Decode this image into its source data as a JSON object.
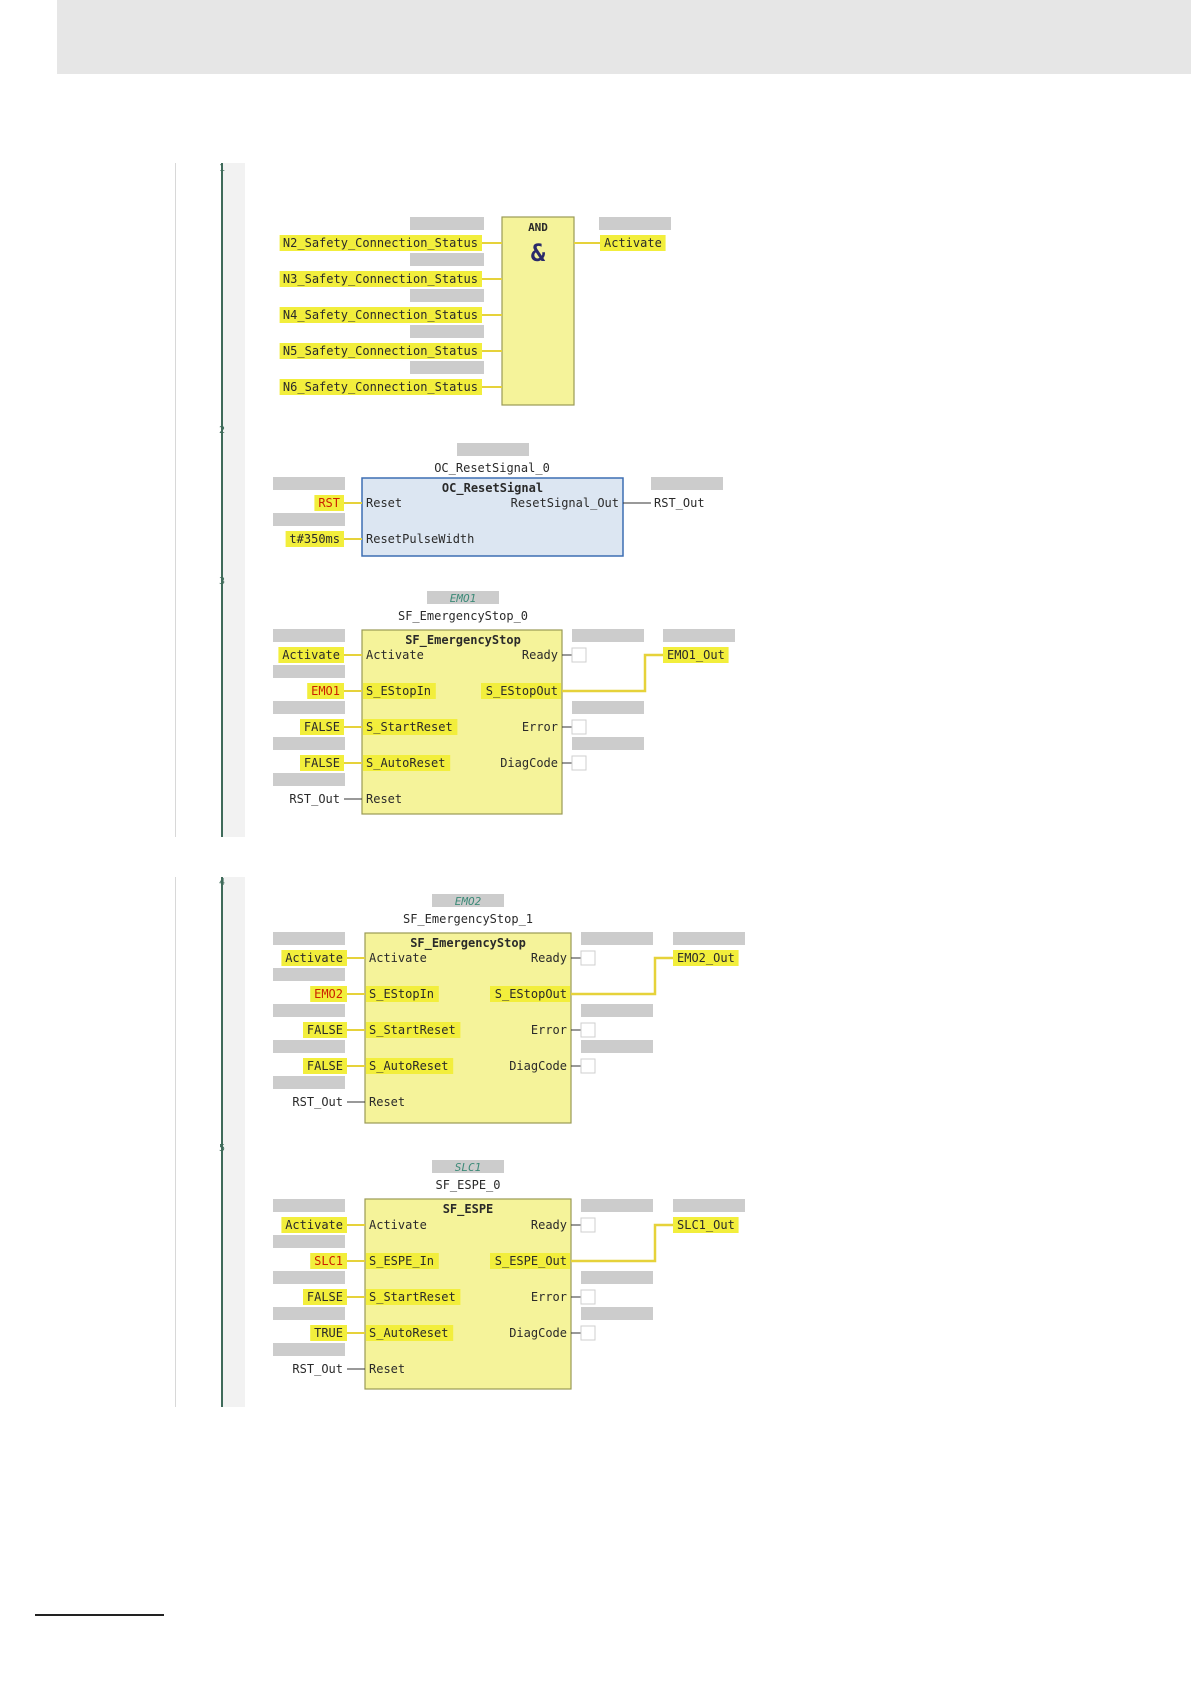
{
  "colors": {
    "var_fill": "#f2ee3c",
    "fb_fill": "#f5f39a",
    "fb_border": "#9a9a55",
    "var_text_red": "#cc2200",
    "var_text": "#2a2a2a",
    "wire": "#e6d23a",
    "blue_fill": "#dce6f2",
    "blue_border": "#3d6eb3",
    "instance_name_green": "#3d8a78",
    "placeholder_gray": "#cccccc",
    "rung_gutter": "#3f6b5a"
  },
  "networks": [
    {
      "number": "1",
      "block": {
        "type": "AND",
        "symbol": "&"
      },
      "inputs": [
        "N2_Safety_Connection_Status",
        "N3_Safety_Connection_Status",
        "N4_Safety_Connection_Status",
        "N5_Safety_Connection_Status",
        "N6_Safety_Connection_Status"
      ],
      "output": "Activate"
    },
    {
      "number": "2",
      "block": {
        "instance": "OC_ResetSignal_0",
        "type": "OC_ResetSignal",
        "inputs": [
          {
            "pin": "Reset",
            "value": "RST"
          },
          {
            "pin": "ResetPulseWidth",
            "value": "t#350ms"
          }
        ],
        "outputs": [
          {
            "pin": "ResetSignal_Out",
            "value": "RST_Out"
          }
        ]
      }
    },
    {
      "number": "3",
      "block": {
        "alias": "EMO1",
        "instance": "SF_EmergencyStop_0",
        "type": "SF_EmergencyStop",
        "inputs": [
          {
            "pin": "Activate",
            "value": "Activate"
          },
          {
            "pin": "S_EStopIn",
            "value": "EMO1"
          },
          {
            "pin": "S_StartReset",
            "value": "FALSE"
          },
          {
            "pin": "S_AutoReset",
            "value": "FALSE"
          },
          {
            "pin": "Reset",
            "value": "RST_Out"
          }
        ],
        "outputs": [
          {
            "pin": "Ready",
            "value": ""
          },
          {
            "pin": "S_EStopOut",
            "value": "EMO1_Out"
          },
          {
            "pin": "Error",
            "value": ""
          },
          {
            "pin": "DiagCode",
            "value": ""
          }
        ]
      }
    },
    {
      "number": "4",
      "block": {
        "alias": "EMO2",
        "instance": "SF_EmergencyStop_1",
        "type": "SF_EmergencyStop",
        "inputs": [
          {
            "pin": "Activate",
            "value": "Activate"
          },
          {
            "pin": "S_EStopIn",
            "value": "EMO2"
          },
          {
            "pin": "S_StartReset",
            "value": "FALSE"
          },
          {
            "pin": "S_AutoReset",
            "value": "FALSE"
          },
          {
            "pin": "Reset",
            "value": "RST_Out"
          }
        ],
        "outputs": [
          {
            "pin": "Ready",
            "value": ""
          },
          {
            "pin": "S_EStopOut",
            "value": "EMO2_Out"
          },
          {
            "pin": "Error",
            "value": ""
          },
          {
            "pin": "DiagCode",
            "value": ""
          }
        ]
      }
    },
    {
      "number": "5",
      "block": {
        "alias": "SLC1",
        "instance": "SF_ESPE_0",
        "type": "SF_ESPE",
        "inputs": [
          {
            "pin": "Activate",
            "value": "Activate"
          },
          {
            "pin": "S_ESPE_In",
            "value": "SLC1"
          },
          {
            "pin": "S_StartReset",
            "value": "FALSE"
          },
          {
            "pin": "S_AutoReset",
            "value": "TRUE"
          },
          {
            "pin": "Reset",
            "value": "RST_Out"
          }
        ],
        "outputs": [
          {
            "pin": "Ready",
            "value": ""
          },
          {
            "pin": "S_ESPE_Out",
            "value": "SLC1_Out"
          },
          {
            "pin": "Error",
            "value": ""
          },
          {
            "pin": "DiagCode",
            "value": ""
          }
        ]
      }
    }
  ]
}
